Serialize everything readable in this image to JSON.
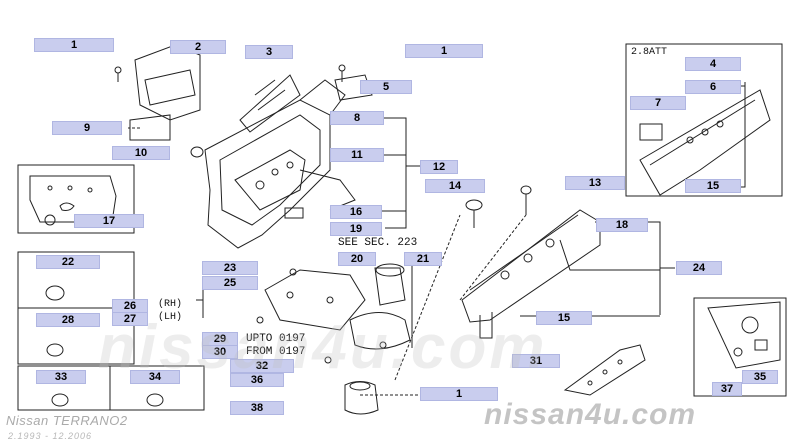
{
  "watermarks": {
    "model": "Nissan  TERRANO2",
    "years": "2.1993 - 12.2006",
    "site": "nissan4u.com",
    "center": "nissan4u.com"
  },
  "inset_label": "2.8ATT",
  "notes": {
    "see_sec": "SEE SEC. 223",
    "upto": "UPTO 0197",
    "from": "FROM 0197",
    "rh": "(RH)",
    "lh": "(LH)"
  },
  "callouts": [
    {
      "id": "c1a",
      "label": "1"
    },
    {
      "id": "c2",
      "label": "2"
    },
    {
      "id": "c3",
      "label": "3"
    },
    {
      "id": "c1b",
      "label": "1"
    },
    {
      "id": "c5",
      "label": "5"
    },
    {
      "id": "c4",
      "label": "4"
    },
    {
      "id": "c6",
      "label": "6"
    },
    {
      "id": "c7",
      "label": "7"
    },
    {
      "id": "c9",
      "label": "9"
    },
    {
      "id": "c8",
      "label": "8"
    },
    {
      "id": "c10",
      "label": "10"
    },
    {
      "id": "c11",
      "label": "11"
    },
    {
      "id": "c12",
      "label": "12"
    },
    {
      "id": "c15a",
      "label": "15"
    },
    {
      "id": "c14",
      "label": "14"
    },
    {
      "id": "c13",
      "label": "13"
    },
    {
      "id": "c17",
      "label": "17"
    },
    {
      "id": "c16",
      "label": "16"
    },
    {
      "id": "c19",
      "label": "19"
    },
    {
      "id": "c18",
      "label": "18"
    },
    {
      "id": "c20",
      "label": "20"
    },
    {
      "id": "c21",
      "label": "21"
    },
    {
      "id": "c22",
      "label": "22"
    },
    {
      "id": "c23",
      "label": "23"
    },
    {
      "id": "c24",
      "label": "24"
    },
    {
      "id": "c25",
      "label": "25"
    },
    {
      "id": "c26",
      "label": "26"
    },
    {
      "id": "c27",
      "label": "27"
    },
    {
      "id": "c28",
      "label": "28"
    },
    {
      "id": "c15b",
      "label": "15"
    },
    {
      "id": "c29",
      "label": "29"
    },
    {
      "id": "c30",
      "label": "30"
    },
    {
      "id": "c31",
      "label": "31"
    },
    {
      "id": "c32",
      "label": "32"
    },
    {
      "id": "c33",
      "label": "33"
    },
    {
      "id": "c34",
      "label": "34"
    },
    {
      "id": "c36",
      "label": "36"
    },
    {
      "id": "c1c",
      "label": "1"
    },
    {
      "id": "c37",
      "label": "37"
    },
    {
      "id": "c35",
      "label": "35"
    },
    {
      "id": "c38",
      "label": "38"
    }
  ],
  "colors": {
    "callout_fill": "#c9cdee",
    "line": "#222222",
    "watermark": "#c4c4c4"
  }
}
